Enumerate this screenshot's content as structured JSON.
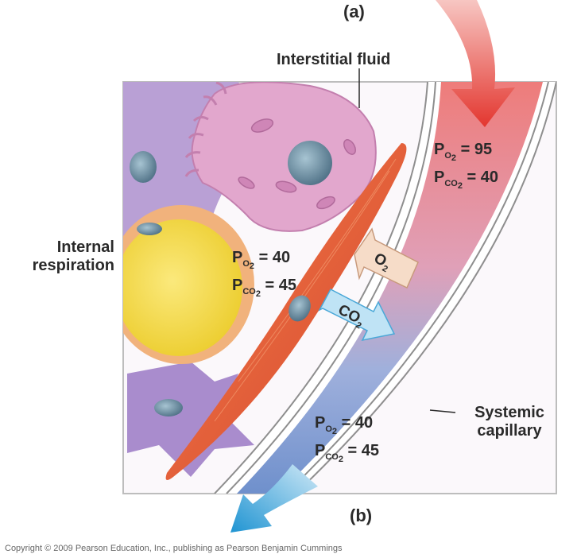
{
  "labels": {
    "panel_a": "(a)",
    "panel_b": "(b)",
    "interstitial_fluid": "Interstitial fluid",
    "internal_respiration_line1": "Internal",
    "internal_respiration_line2": "respiration",
    "systemic_line1": "Systemic",
    "systemic_line2": "capillary"
  },
  "pressures": {
    "capillary_top": {
      "po2_prefix": "P",
      "po2_sub": "O",
      "po2_sub2": "2",
      "po2_value": "= 95",
      "pco2_prefix": "P",
      "pco2_sub": "CO",
      "pco2_sub2": "2",
      "pco2_value": "= 40"
    },
    "tissue": {
      "po2_prefix": "P",
      "po2_sub": "O",
      "po2_sub2": "2",
      "po2_value": "= 40",
      "pco2_prefix": "P",
      "pco2_sub": "CO",
      "pco2_sub2": "2",
      "pco2_value": "= 45"
    },
    "capillary_bottom": {
      "po2_prefix": "P",
      "po2_sub": "O",
      "po2_sub2": "2",
      "po2_value": "= 40",
      "pco2_prefix": "P",
      "pco2_sub": "CO",
      "pco2_sub2": "2",
      "pco2_value": "= 45"
    }
  },
  "gases": {
    "o2_main": "O",
    "o2_sub": "2",
    "co2_main": "CO",
    "co2_sub": "2"
  },
  "copyright": "Copyright © 2009 Pearson Education, Inc., publishing as Pearson Benjamin Cummings",
  "colors": {
    "capillary_oxygenated": "#e8716f",
    "capillary_deoxygenated": "#7f9fd3",
    "arrow_in": "#e8423a",
    "arrow_out": "#2a9fd6",
    "o2_arrow": "#f6dcc8",
    "co2_arrow": "#bfe3f5",
    "muscle_cell": "#e0552f",
    "fat_cell": "#f2d64a",
    "tissue_cell_pink": "#dca2c8",
    "tissue_cell_purple": "#b59ad0",
    "nucleus": "#5d7f95"
  }
}
